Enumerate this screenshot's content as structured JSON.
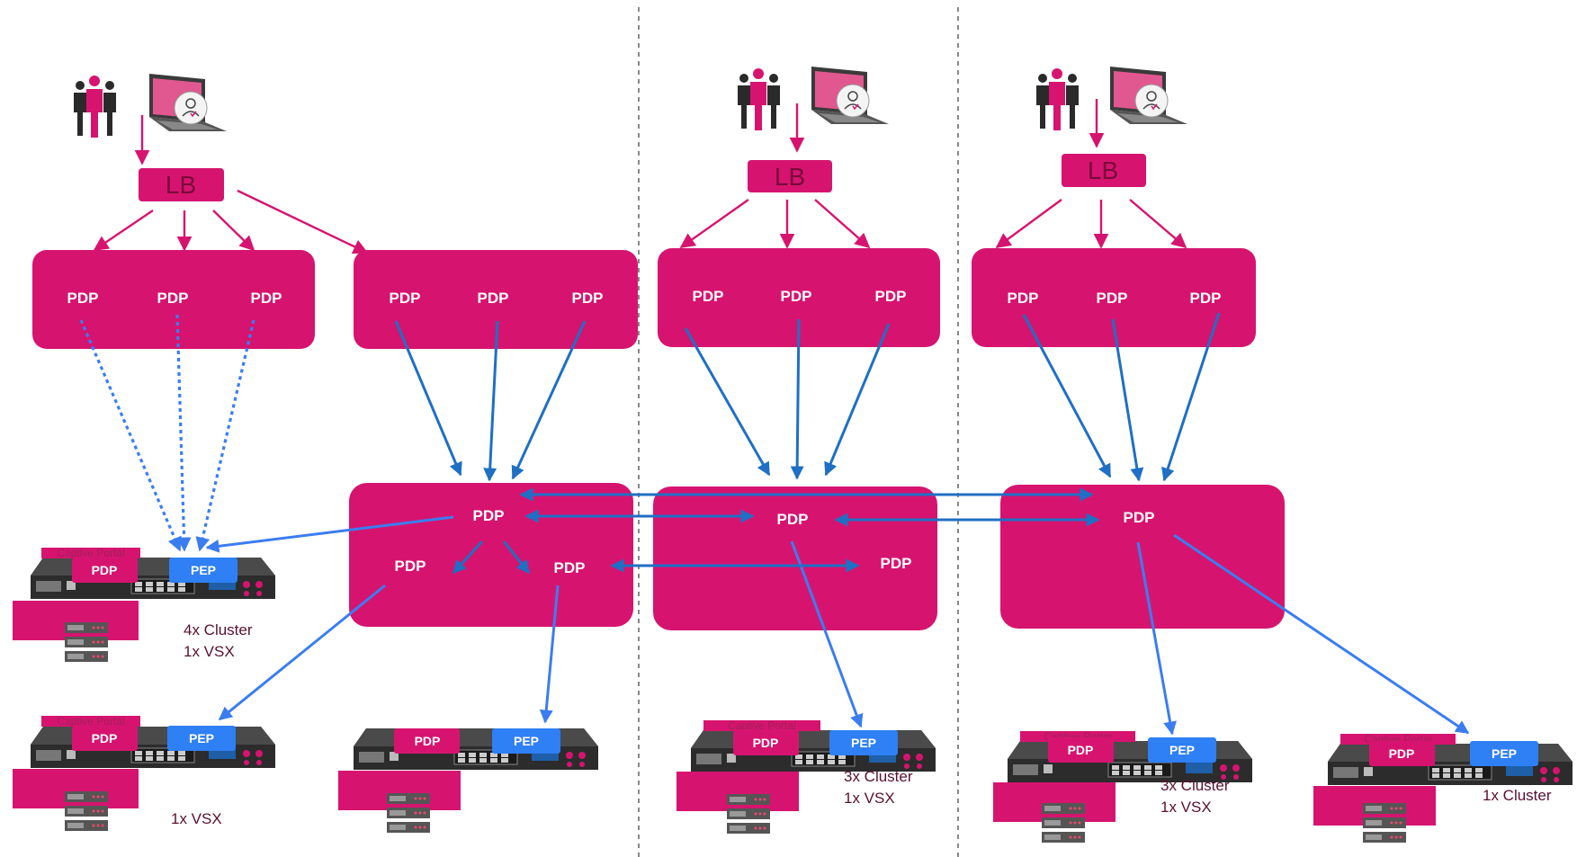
{
  "labels": {
    "lb": "LB",
    "pdp": "PDP",
    "pep": "PEP",
    "captive_portal": "Captive Portal"
  },
  "notes": {
    "site1_main_line1": "4x Cluster",
    "site1_main_line2": "1x VSX",
    "site1_second": "1x VSX",
    "site2_line1": "3x Cluster",
    "site2_line2": "1x VSX",
    "site3_a_line1": "3x Cluster",
    "site3_a_line2": "1x VSX",
    "site3_b_line1": "1x Cluster"
  },
  "colors": {
    "magenta": "#d6146f",
    "blue_dark": "#1f6fc4",
    "blue_bright": "#3b7df0",
    "pep_blue": "#2f7ff5"
  },
  "icons": [
    "users-group-icon",
    "laptop-user-icon",
    "gateway-appliance-icon",
    "server-stack-icon"
  ]
}
